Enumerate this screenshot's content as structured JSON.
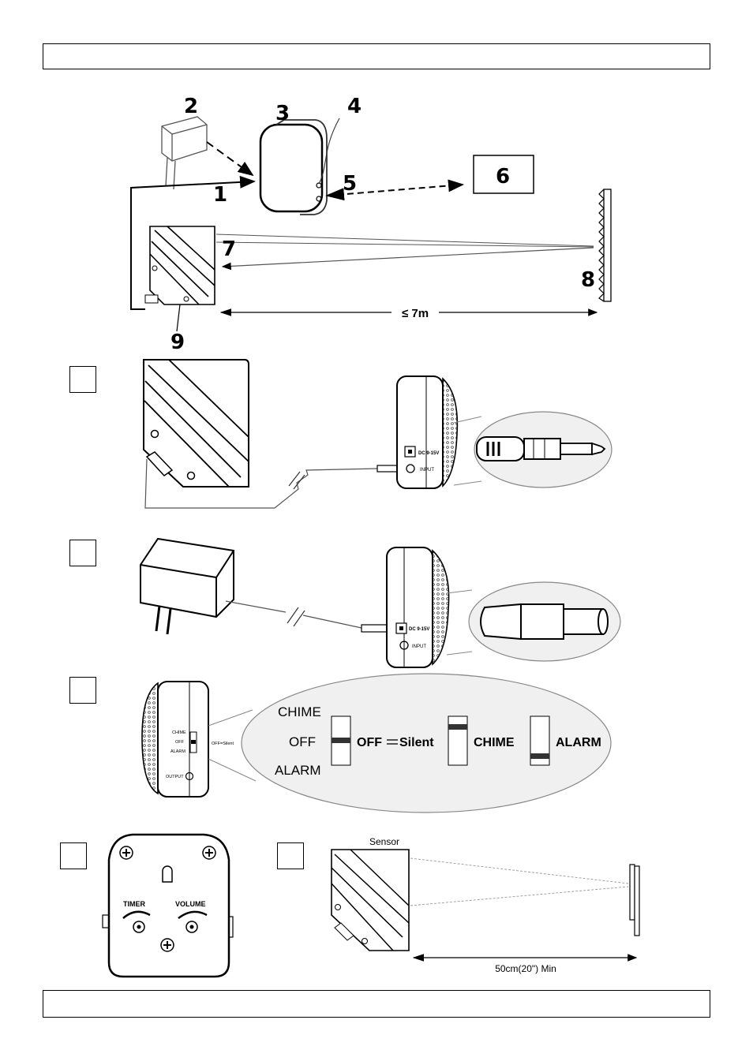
{
  "overview": {
    "callouts": [
      "1",
      "2",
      "3",
      "4",
      "5",
      "6",
      "7",
      "8",
      "9"
    ],
    "distance": "≤ 7m"
  },
  "sensor_connection": {
    "dc_label": "DC 9-15V",
    "input_label": "INPUT"
  },
  "adapter_connection": {
    "dc_label": "DC 9-15V",
    "input_label": "INPUT"
  },
  "switch_panel": {
    "side_labels": [
      "CHIME",
      "OFF",
      "ALARM",
      "OUTPUT"
    ],
    "side_note": "OFF=Silent",
    "zoom_labels": {
      "chime": "CHIME",
      "off": "OFF",
      "alarm": "ALARM"
    },
    "positions": [
      {
        "label": "OFF",
        "equals": "Silent"
      },
      {
        "label": "CHIME"
      },
      {
        "label": "ALARM"
      }
    ]
  },
  "back_panel": {
    "timer_label": "TIMER",
    "volume_label": "VOLUME"
  },
  "min_distance": {
    "sensor_label": "Sensor",
    "distance_label": "50cm(20\") Min"
  }
}
